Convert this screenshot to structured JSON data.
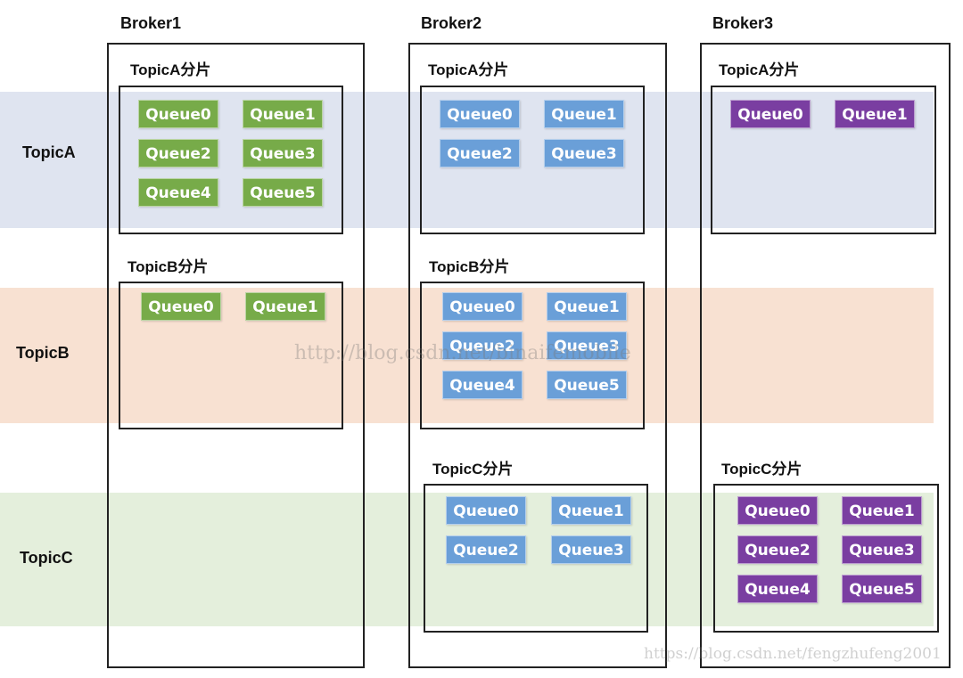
{
  "colors": {
    "topicA_band": "#dfe4f0",
    "topicB_band": "#f8e1d2",
    "topicC_band": "#e4efdc",
    "green_queue": "#77ab49",
    "blue_queue": "#6a9fd8",
    "purple_queue": "#7a3ea1"
  },
  "rows": {
    "a": "TopicA",
    "b": "TopicB",
    "c": "TopicC"
  },
  "brokers": [
    {
      "title": "Broker1"
    },
    {
      "title": "Broker2"
    },
    {
      "title": "Broker3"
    }
  ],
  "shard_titles": {
    "a": "TopicA分片",
    "b": "TopicB分片",
    "c": "TopicC分片"
  },
  "queues": {
    "q0": "Queue0",
    "q1": "Queue1",
    "q2": "Queue2",
    "q3": "Queue3",
    "q4": "Queue4",
    "q5": "Queue5"
  },
  "watermarks": {
    "center": "http://blog.csdn.net/binaifemobile",
    "bottom": "https://blog.csdn.net/fengzhufeng2001"
  }
}
